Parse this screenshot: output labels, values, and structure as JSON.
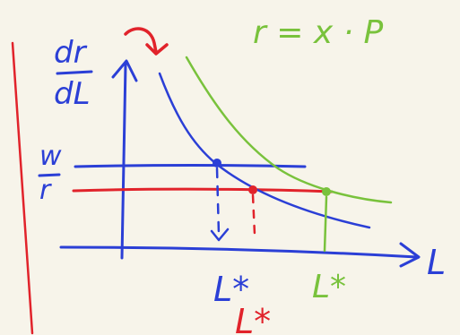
{
  "annotation": {
    "equation": "r = x · P",
    "y_axis_label_top": "dr",
    "y_axis_label_bottom": "dL",
    "x_axis_label": "L",
    "wage_ratio_top": "w",
    "wage_ratio_bottom": "r",
    "blue_equilibrium_label": "L*",
    "red_equilibrium_label": "L*",
    "green_equilibrium_label": "L*"
  },
  "colors": {
    "background": "#f7f4ea",
    "blue": "#2b3fd6",
    "red": "#e1232b",
    "green": "#79c23c"
  }
}
